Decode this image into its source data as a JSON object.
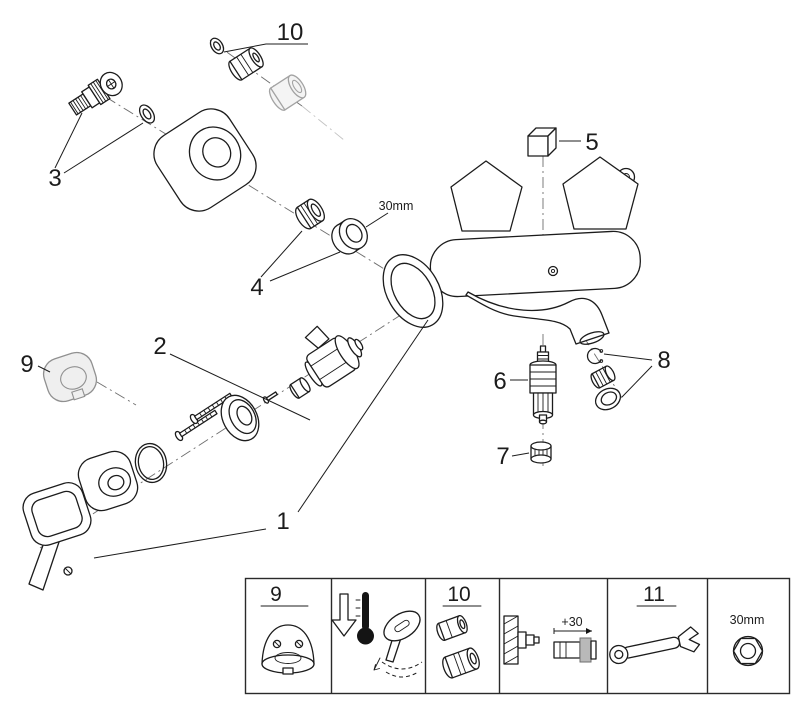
{
  "colors": {
    "line": "#1c1c1c",
    "grey_part": "#a3a3a3",
    "axis": "#6e6e6e",
    "metal": "#b9b9b9",
    "background": "#ffffff"
  },
  "callouts": {
    "c1": "1",
    "c2": "2",
    "c3": "3",
    "c4": "4",
    "c5": "5",
    "c6": "6",
    "c7": "7",
    "c8": "8",
    "c9": "9",
    "c10": "10"
  },
  "labels": {
    "nut_size": "30mm",
    "extension_offset": "+30",
    "tool_size": "30mm"
  },
  "legend": {
    "panel9": "9",
    "panel10": "10",
    "panel11": "11"
  },
  "icon_names": [
    "escutcheon-cap-icon",
    "temperature-limiter-icon",
    "lever-handle-icon",
    "check-valve-icon",
    "wall-extension-icon",
    "open-end-wrench-icon",
    "hex-nut-icon"
  ]
}
